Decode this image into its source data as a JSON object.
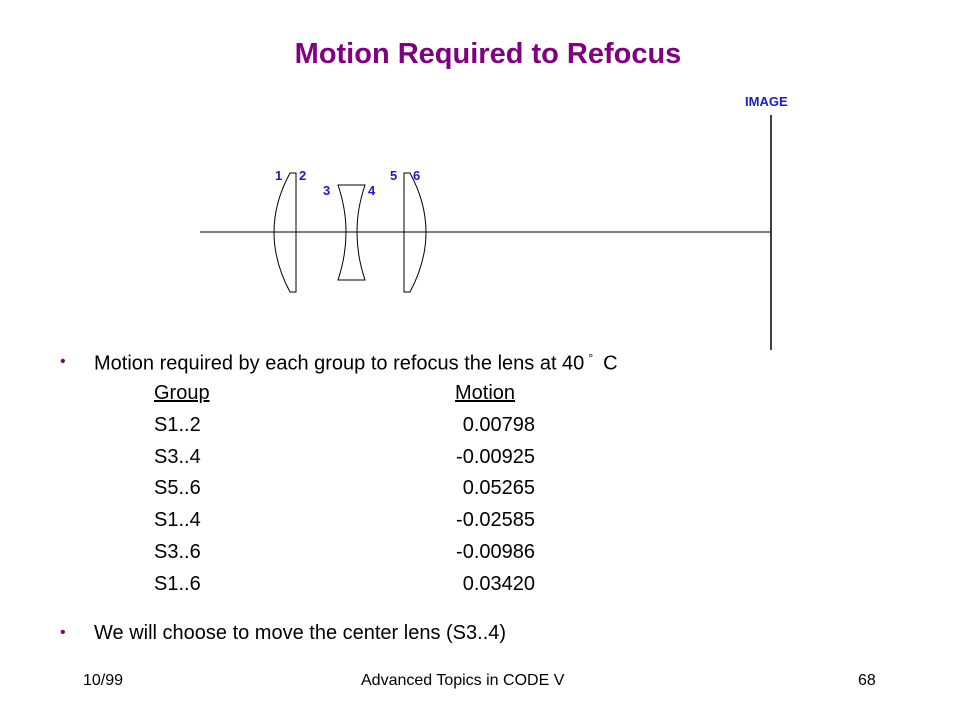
{
  "title": "Motion Required to Refocus",
  "diagram": {
    "image_label": "IMAGE",
    "surface_labels": [
      "1",
      "2",
      "3",
      "4",
      "5",
      "6"
    ]
  },
  "bullets": [
    {
      "text": "Motion required by each group to refocus the lens at 40",
      "degree": "°",
      "unit": "C"
    },
    {
      "text": "We will choose to move the center lens (S3..4)"
    }
  ],
  "table": {
    "headers": [
      "Group",
      "Motion"
    ],
    "rows": [
      [
        "S1..2",
        "0.00798"
      ],
      [
        "S3..4",
        "-0.00925"
      ],
      [
        "S5..6",
        "0.05265"
      ],
      [
        "S1..4",
        "-0.02585"
      ],
      [
        "S3..6",
        "-0.00986"
      ],
      [
        "S1..6",
        "0.03420"
      ]
    ]
  },
  "footer": {
    "left": "10/99",
    "center": "Advanced Topics in CODE V",
    "right": "68"
  }
}
